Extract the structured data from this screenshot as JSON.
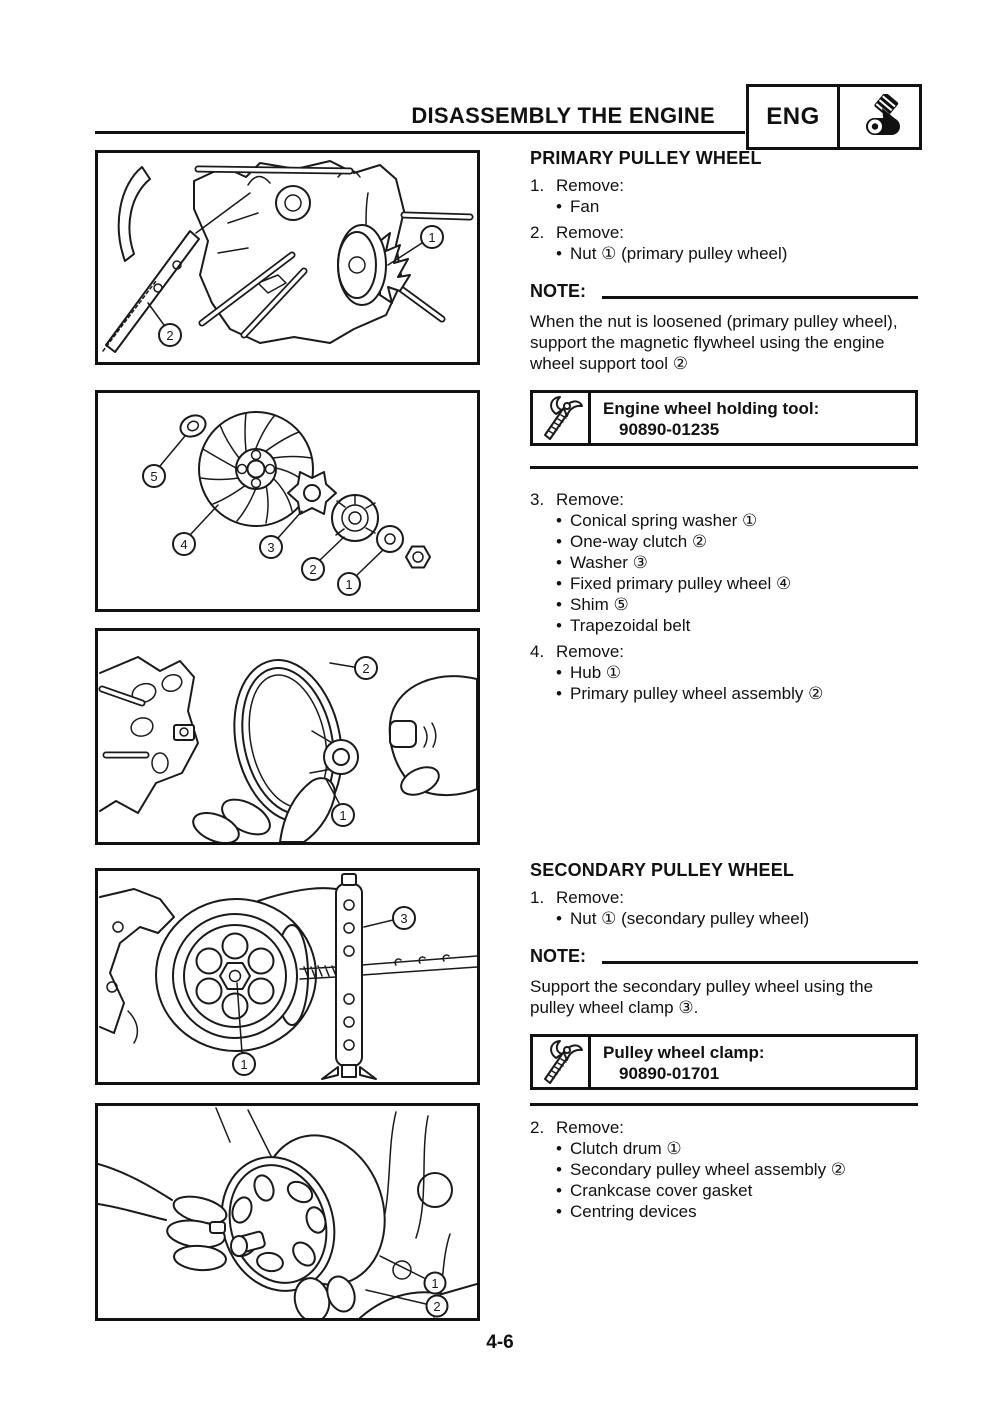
{
  "header": {
    "title": "DISASSEMBLY THE ENGINE",
    "lang_badge": "ENG"
  },
  "footer": {
    "page_number": "4-6"
  },
  "primary": {
    "heading": "PRIMARY PULLEY WHEEL",
    "steps_before_note": [
      {
        "num": "1.",
        "action": "Remove:",
        "items": [
          "Fan"
        ]
      },
      {
        "num": "2.",
        "action": "Remove:",
        "items": [
          "Nut ① (primary pulley wheel)"
        ]
      }
    ],
    "note": {
      "label": "NOTE:",
      "text": "When the nut is loosened (primary pulley wheel), support the magnetic flywheel using the engine wheel support tool ②"
    },
    "tool_box": {
      "icon": "holding-tool-icon",
      "title": "Engine wheel holding tool:",
      "number": "90890-01235"
    },
    "steps_after_note": [
      {
        "num": "3.",
        "action": "Remove:",
        "items": [
          "Conical spring washer ①",
          "One-way clutch ②",
          "Washer ③",
          "Fixed primary pulley wheel ④",
          "Shim ⑤",
          "Trapezoidal belt"
        ]
      },
      {
        "num": "4.",
        "action": "Remove:",
        "items": [
          "Hub ①",
          "Primary pulley wheel assembly ②"
        ]
      }
    ]
  },
  "secondary": {
    "heading": "SECONDARY PULLEY WHEEL",
    "steps_before_note": [
      {
        "num": "1.",
        "action": "Remove:",
        "items": [
          "Nut ① (secondary pulley wheel)"
        ]
      }
    ],
    "note": {
      "label": "NOTE:",
      "text": "Support the secondary pulley wheel using the pulley wheel clamp ③."
    },
    "tool_box": {
      "icon": "clamp-tool-icon",
      "title": "Pulley wheel clamp:",
      "number": "90890-01701"
    },
    "steps_after_note": [
      {
        "num": "2.",
        "action": "Remove:",
        "items": [
          "Clutch drum ①",
          "Secondary pulley wheel assembly ②",
          "Crankcase cover gasket",
          "Centring devices"
        ]
      }
    ]
  },
  "figures": [
    {
      "name": "engine-with-holding-tool",
      "callouts": [
        "2",
        "1"
      ]
    },
    {
      "name": "primary-pulley-exploded-view",
      "callouts": [
        "5",
        "4",
        "3",
        "2",
        "1"
      ]
    },
    {
      "name": "primary-pulley-removal-by-hand",
      "callouts": [
        "2",
        "1"
      ]
    },
    {
      "name": "secondary-pulley-with-clamp",
      "callouts": [
        "3",
        "1"
      ]
    },
    {
      "name": "clutch-drum-removal-by-hand",
      "callouts": [
        "1",
        "2"
      ]
    }
  ]
}
